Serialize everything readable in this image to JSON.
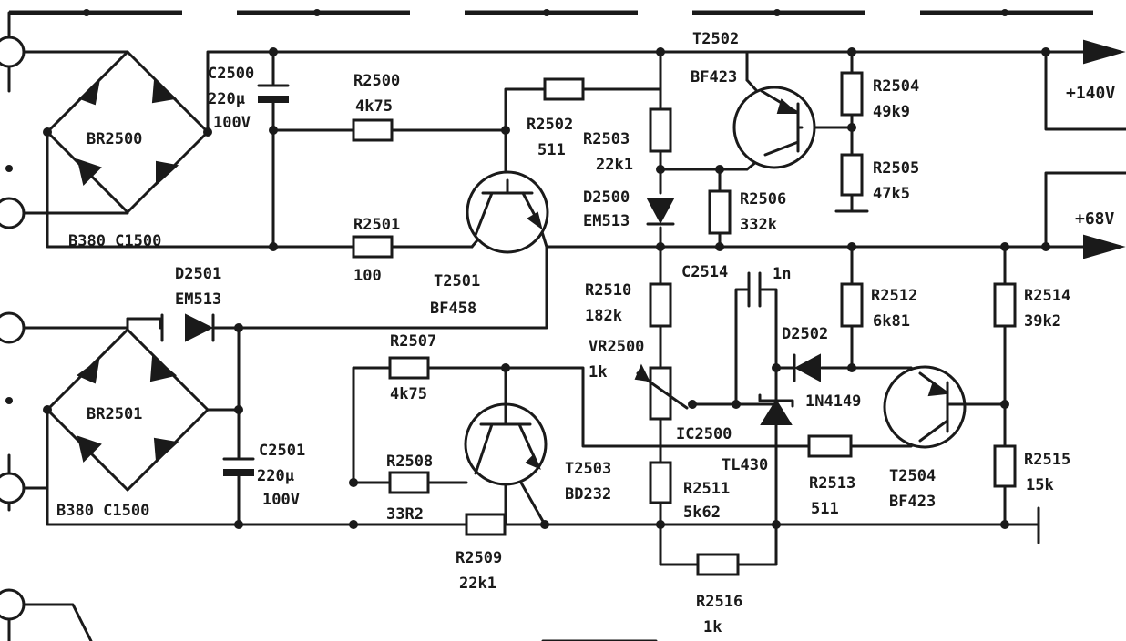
{
  "labels": {
    "br2500": "BR2500",
    "br2500_type": "B380 C1500",
    "br2501": "BR2501",
    "br2501_type": "B380 C1500",
    "c2500": "C2500",
    "c2500_cap": "220µ",
    "c2500_volt": "100V",
    "c2501": "C2501",
    "c2501_cap": "220µ",
    "c2501_volt": "100V",
    "r2500": "R2500",
    "r2500_val": "4k75",
    "r2501": "R2501",
    "r2501_val": "100",
    "r2502": "R2502",
    "r2502_val": "511",
    "r2503": "R2503",
    "r2503_val": "22k1",
    "r2504": "R2504",
    "r2504_val": "49k9",
    "r2505": "R2505",
    "r2505_val": "47k5",
    "r2506": "R2506",
    "r2506_val": "332k",
    "r2507": "R2507",
    "r2507_val": "4k75",
    "r2508": "R2508",
    "r2508_val": "33R2",
    "r2509": "R2509",
    "r2509_val": "22k1",
    "r2510": "R2510",
    "r2510_val": "182k",
    "r2511": "R2511",
    "r2511_val": "5k62",
    "r2512": "R2512",
    "r2512_val": "6k81",
    "r2513": "R2513",
    "r2513_val": "511",
    "r2514": "R2514",
    "r2514_val": "39k2",
    "r2515": "R2515",
    "r2515_val": "15k",
    "r2516": "R2516",
    "r2516_val": "1k",
    "d2500": "D2500",
    "d2500_type": "EM513",
    "d2501": "D2501",
    "d2501_type": "EM513",
    "d2502": "D2502",
    "d2502_type": "1N4149",
    "t2501": "T2501",
    "t2501_type": "BF458",
    "t2502": "T2502",
    "t2502_type": "BF423",
    "t2503": "T2503",
    "t2503_type": "BD232",
    "t2504": "T2504",
    "t2504_type": "BF423",
    "c2514": "C2514",
    "c2514_val": "1n",
    "vr2500": "VR2500",
    "vr2500_val": "1k",
    "ic2500": "IC2500",
    "ic2500_type": "TL430",
    "out_140": "+140V",
    "out_68": "+68V"
  }
}
